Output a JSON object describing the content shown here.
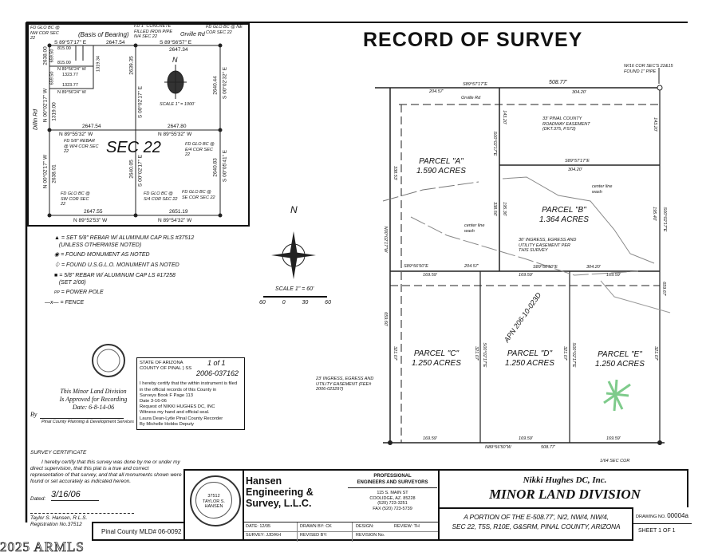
{
  "title": "RECORD OF SURVEY",
  "section_map": {
    "label": "SEC 22",
    "basis": "(Basis of Bearing)",
    "road_north": "Orville Rd",
    "road_west": "Dillin Rd",
    "scale": "SCALE 1\" = 1000'",
    "north": "N",
    "bearings": [
      "S 89°57'17\" E",
      "2647.54",
      "S 89°56'57\" E",
      "2647.34",
      "N 89°55'32\" W",
      "2647.54",
      "2647.80",
      "N 89°55'32\" W",
      "N 89°52'53\" W",
      "2647.55",
      "N 89°54'32\" W",
      "2651.19",
      "N 00°02'17\" W",
      "1319.00",
      "2638.00",
      "N 00°02'17\" W",
      "2638.01",
      "S 00°02'17\" E",
      "2639.35",
      "S 00°02'17\" E",
      "2640.05",
      "S 00°02'32\" E",
      "2640.44",
      "S 00°05'41\" E",
      "2640.83",
      "815.00",
      "815.00",
      "1323.77",
      "1323.77",
      "N 89°56'24\" W",
      "659.50",
      "659.50",
      "1319.34",
      "N 89°56'24\" W"
    ],
    "monuments": [
      "FD GLO BC @ NW COR SEC 22",
      "FD 1\" CONCRETE FILLED IRON PIPE N/4 SEC 22",
      "FD GLO BC @ NE COR SEC 22",
      "FD 5/8\" REBAR @ W/4 COR SEC 22",
      "FD GLO BC @ E/4 COR SEC 22",
      "FD GLO BC @ SW COR SEC 22",
      "FD GLO BC @ S/4 COR SEC 22",
      "FD GLO BC @ SE COR SEC 22"
    ]
  },
  "legend": [
    {
      "symbol": "▲",
      "text": "= SET 5/8\" REBAR W/ ALUMINUM CAP RLS #37512",
      "sub": "(UNLESS OTHERWISE NOTED)"
    },
    {
      "symbol": "◉",
      "text": "= FOUND MONUMENT AS NOTED",
      "sub": ""
    },
    {
      "symbol": "⏀",
      "text": "= FOUND U.S.G.L.O. MONUMENT AS NOTED",
      "sub": ""
    },
    {
      "symbol": "■",
      "text": "= 5/8\" REBAR W/ ALUMINUM CAP LS #17258",
      "sub": "(SET 2/00)"
    },
    {
      "symbol": "PP",
      "text": "= POWER POLE",
      "sub": ""
    },
    {
      "symbol": "—x—",
      "text": "= FENCE",
      "sub": ""
    }
  ],
  "compass": {
    "north": "N",
    "scale": "SCALE 1\" = 60'",
    "ticks": [
      "60",
      "0",
      "30",
      "60"
    ]
  },
  "approval": {
    "line1": "This Minor Land Division",
    "line2": "Is Approved for Recording",
    "date": "Date: 6-8-14-06",
    "by": "By",
    "dept": "Pinal County Planning & Development Services"
  },
  "recorder": {
    "state": "STATE OF ARIZONA",
    "county": "COUNTY OF PINAL",
    "ss": "} SS",
    "hw1": "1 of 1",
    "hw2": "2006-037162",
    "cert": "I hereby certify that the within instrument is filed in the official records of this County in",
    "book": "Surveys Book  F    Page  113",
    "date": "Date  3-16-06",
    "request": "Request of  NIKKI HUGHES DC, INC",
    "witness": "Witness my hand and official seal.",
    "recorder": "Laura Dean-Lytle     Pinal County Recorder",
    "deputy": "By  Michelle Hobbs     Deputy"
  },
  "survey_certificate": {
    "heading": "SURVEY CERTIFICATE",
    "body": "I hereby certify that this survey was done by me or under my direct supervision, that this plat is a true and correct representation of that survey, and that all monuments shown were found or set accurately as indicated hereon.",
    "dated_label": "Dated:",
    "dated": "3/16/06",
    "name": "Taylor S. Hansen, R.L.S.",
    "registration": "Registration No.37512"
  },
  "mld_number": "Pinal County MLD# 06-0092",
  "seal": {
    "number": "37512",
    "name1": "TAYLOR S.",
    "name2": "HANSEN"
  },
  "firm": {
    "name": "Hansen Engineering & Survey, L.L.C.",
    "line1": "Hansen",
    "line2": "Engineering &",
    "line3": "Survey, L.L.C.",
    "tag1": "PROFESSIONAL",
    "tag2": "ENGINEERS AND SURVEYORS",
    "addr1": "115 S. MAIN ST",
    "addr2": "COOLIDGE, AZ. 85228",
    "phone": "(520) 723-3251",
    "fax": "FAX (520) 723-5739"
  },
  "info_row": {
    "date": "DATE: 12/05",
    "drawn": "DRAWN BY: CK",
    "design": "DESIGN:",
    "review": "REVIEW: TH",
    "survey": "SURVEY: JJD/KH",
    "revised": "REVISED BY:",
    "revision": "REVISION No."
  },
  "project": {
    "client": "Nikki Hughes DC, Inc.",
    "title": "MINOR LAND DIVISION",
    "desc1": "A PORTION OF THE E-508.77', N/2, NW/4, NW/4,",
    "desc2": "SEC 22, T5S, R10E, G&SRM, PINAL COUNTY, ARIZONA",
    "drawing_no_label": "DRAWING NO.",
    "drawing_no": "00004a",
    "sheet": "SHEET  1  OF  1"
  },
  "plat": {
    "corner_note": "W/16 COR SEC'S 22&15 FOUND 1\" PIPE",
    "road": "Orville Rd",
    "road_easement": "33' PINAL COUNTY ROADWAY EASEMENT (DKT.375, P.572)",
    "ingress_b": "30' INGRESS, EGRESS AND UTILITY EASEMENT PER THIS SURVEY",
    "ingress_c": "23' INGRESS, EGRESS AND UTILITY EASEMENT (FEE# 2006-023297)",
    "wash": "center line wash",
    "apn": "APN 206-10-023D",
    "sec_cor": "1/64 SEC COR",
    "parcels": [
      {
        "name": "PARCEL \"A\"",
        "acres": "1.590 ACRES"
      },
      {
        "name": "PARCEL \"B\"",
        "acres": "1.364 ACRES"
      },
      {
        "name": "PARCEL \"C\"",
        "acres": "1.250 ACRES"
      },
      {
        "name": "PARCEL \"D\"",
        "acres": "1.250 ACRES"
      },
      {
        "name": "PARCEL \"E\"",
        "acres": "1.250 ACRES"
      }
    ],
    "dims": {
      "top_bearing": "S89°57'17\"E",
      "top_total": "508.77'",
      "top_a": "204.57'",
      "top_b": "304.20'",
      "mid_bearing": "S89°57'17\"E",
      "mid_b": "304.20'",
      "ab_bearing": "S89°56'50\"E",
      "ab_a": "204.57'",
      "ab_b": "304.20'",
      "ab_bearing2": "S89°56'50\"E",
      "seg": "169.59'",
      "bottom_bearing": "N89°56'50\"W",
      "bottom_total": "508.77'",
      "left": "N00°02'17\"W",
      "left_total": "659.60'",
      "left_a": "338.53'",
      "ab_vert": "S00°02'17\"E",
      "ab_vert1": "143.20'",
      "ab_vert2": "195.36'",
      "ab_vert3": "338.56'",
      "right": "S00°02'17\"E",
      "right1": "143.20'",
      "right2": "195.40'",
      "right_total": "659.67'",
      "cd": "321.07'",
      "cd_bearing": "S00°02'17\"E"
    }
  },
  "watermark": "2025 ARMLS"
}
